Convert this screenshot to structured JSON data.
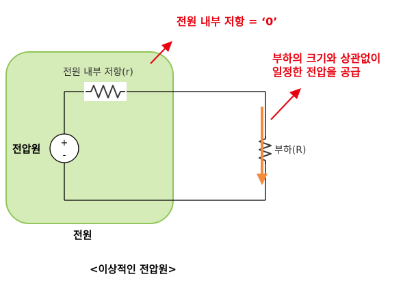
{
  "annotations": {
    "internal_resistance_zero": "전원 내부 저항 = ‘0’",
    "load_constant_line1": "부하의 크기와 상관없이",
    "load_constant_line2": "일정한 전압을 공급"
  },
  "labels": {
    "internal_resistance": "전원 내부 저항(r)",
    "voltage_source": "전압원",
    "plus": "+",
    "minus": "-",
    "load": "부하(R)",
    "power_supply": "전원",
    "caption": "<이상적인 전압원>"
  },
  "colors": {
    "annotation_red": "#e8000e",
    "power_box_fill": "#d5ebb8",
    "power_box_stroke": "#92c65a",
    "voltage_arrow": "#f5893c",
    "wire": "#000000",
    "resistor": "#3a3a3a"
  }
}
